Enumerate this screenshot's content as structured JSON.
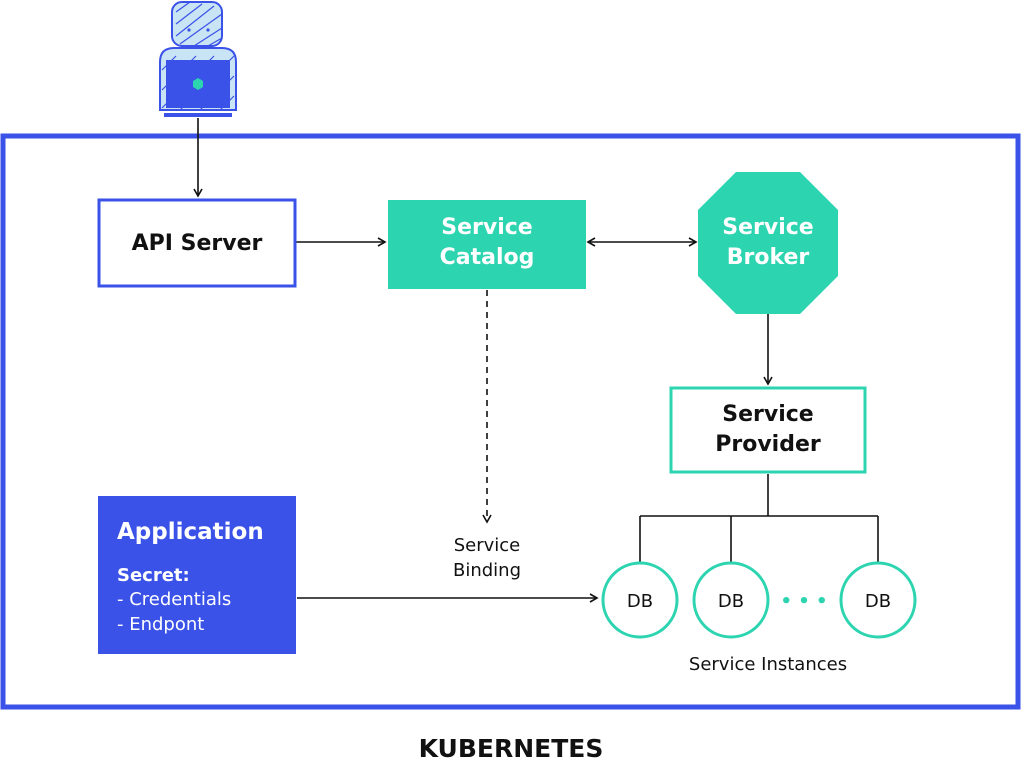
{
  "colors": {
    "frame": "#3a52e8",
    "teal": "#2dd4b0",
    "app_fill": "#3a52e8",
    "line": "#111111",
    "text_dark": "#111111",
    "text_light": "#ffffff"
  },
  "nodes": {
    "api_server": "API Server",
    "service_catalog": [
      "Service",
      "Catalog"
    ],
    "service_broker": [
      "Service",
      "Broker"
    ],
    "service_provider": [
      "Service",
      "Provider"
    ],
    "application": {
      "title": "Application",
      "secret_label": "Secret:",
      "items": [
        "- Credentials",
        "- Endpont"
      ]
    },
    "db": [
      "DB",
      "DB",
      "DB"
    ],
    "ellipsis": "• • •"
  },
  "labels": {
    "service_binding": [
      "Service",
      "Binding"
    ],
    "service_instances": "Service Instances",
    "kubernetes": "KUBERNETES"
  },
  "icons": {
    "user": "developer-with-laptop-icon"
  }
}
